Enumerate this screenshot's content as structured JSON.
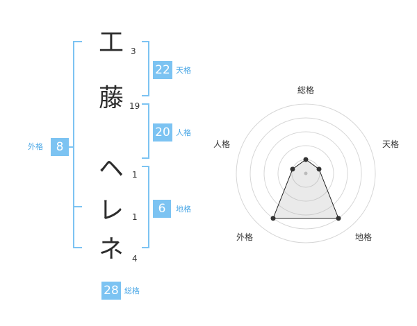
{
  "name_chars": [
    {
      "char": "工",
      "strokes": "3"
    },
    {
      "char": "藤",
      "strokes": "19"
    },
    {
      "char": "ヘ",
      "strokes": "1"
    },
    {
      "char": "レ",
      "strokes": "1"
    },
    {
      "char": "ネ",
      "strokes": "4"
    }
  ],
  "kaku": {
    "tenkaku": {
      "value": "22",
      "label": "天格"
    },
    "jinkaku": {
      "value": "20",
      "label": "人格"
    },
    "chikaku": {
      "value": "6",
      "label": "地格"
    },
    "gaikaku": {
      "value": "8",
      "label": "外格"
    },
    "soukaku": {
      "value": "28",
      "label": "総格"
    }
  },
  "colors": {
    "accent": "#7cc3f2",
    "bracket": "#7cc3f2",
    "label": "#4aa7e6"
  },
  "chart_data": {
    "type": "radar",
    "axes": [
      "総格",
      "天格",
      "地格",
      "外格",
      "人格"
    ],
    "values": [
      1,
      1,
      4,
      4,
      1
    ],
    "max": 5,
    "rings": 5
  }
}
